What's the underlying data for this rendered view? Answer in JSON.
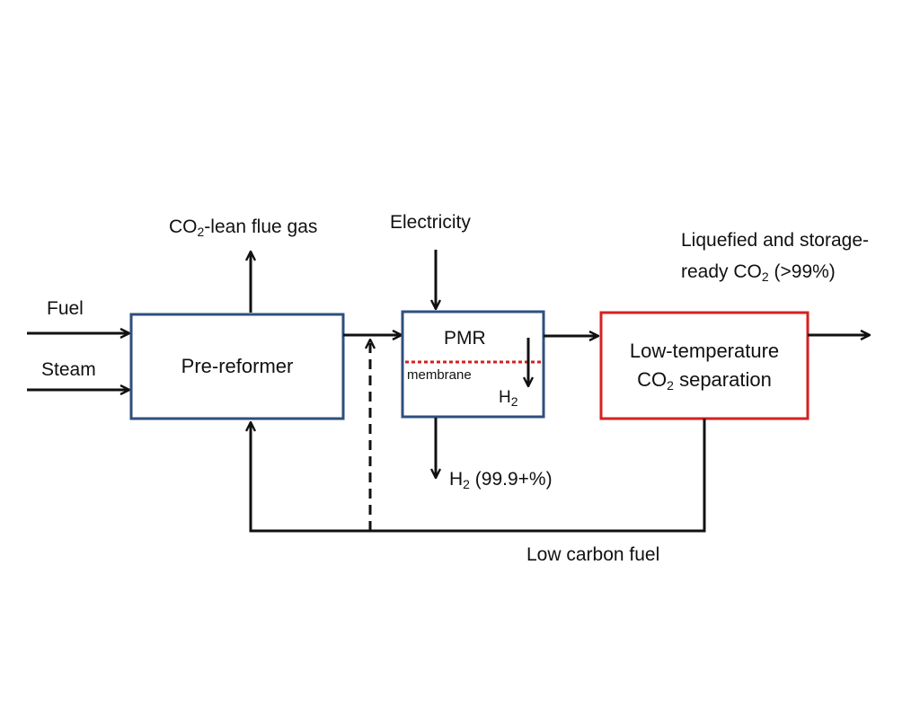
{
  "colors": {
    "line": "#111111",
    "box_blue": "#2e4f7f",
    "box_red": "#d62020",
    "membrane": "#d62020"
  },
  "inputs": {
    "fuel": "Fuel",
    "steam": "Steam",
    "electricity": "Electricity"
  },
  "flue_gas": {
    "prefix": "CO",
    "sub": "2",
    "suffix": "-lean flue gas"
  },
  "pre_reformer": {
    "label": "Pre-reformer"
  },
  "pmr": {
    "label": "PMR",
    "membrane": "membrane",
    "h2_prefix": "H",
    "h2_sub": "2"
  },
  "separation": {
    "line1": "Low-temperature",
    "line2_prefix": "CO",
    "line2_sub": "2",
    "line2_suffix": " separation"
  },
  "h2_product": {
    "prefix": "H",
    "sub": "2",
    "suffix": " (99.9+%)"
  },
  "co2_product": {
    "line1": "Liquefied and storage-",
    "line2_prefix": "ready CO",
    "line2_sub": "2",
    "line2_suffix": " (>99%)"
  },
  "recycle": {
    "label": "Low carbon fuel"
  }
}
